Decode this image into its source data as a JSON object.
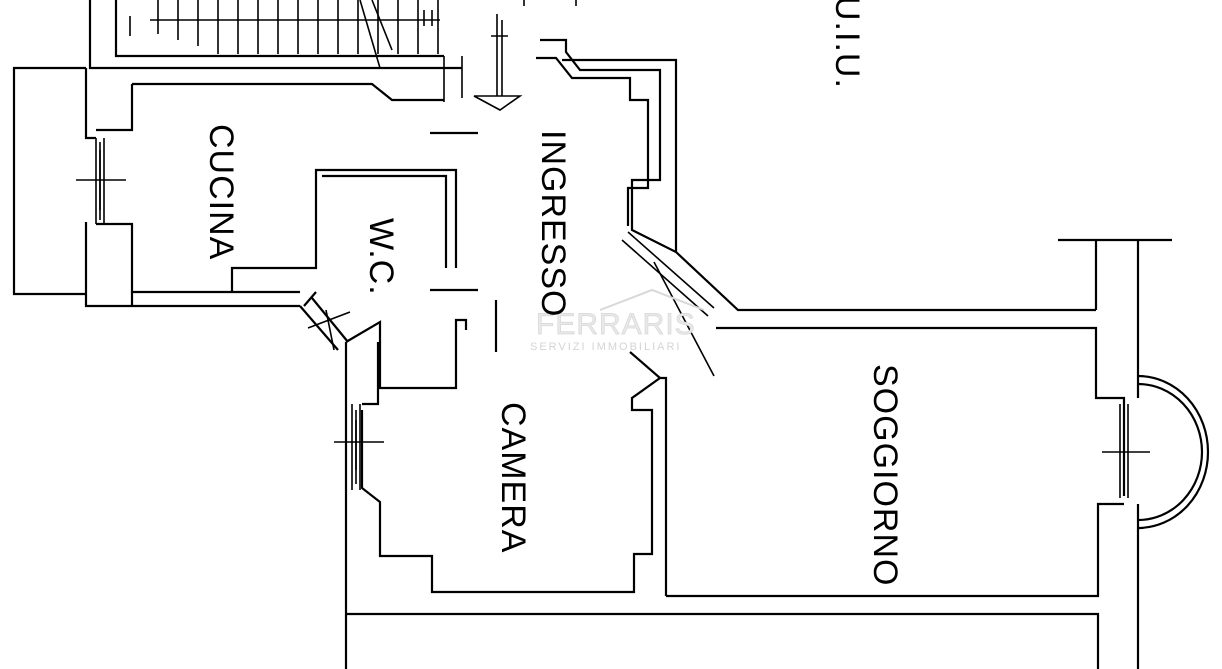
{
  "rooms": {
    "cucina": "CUCINA",
    "wc": "W.C.",
    "ingresso": "INGRESSO",
    "camera": "CAMERA",
    "soggiorno": "SOGGIORNO",
    "uiu": "U.I.U."
  },
  "watermark": {
    "brand": "FERRARIS",
    "tagline": "SERVIZI IMMOBILIARI"
  },
  "colors": {
    "lines": "#000000",
    "background": "#ffffff",
    "watermark": "#d6d6d6"
  }
}
